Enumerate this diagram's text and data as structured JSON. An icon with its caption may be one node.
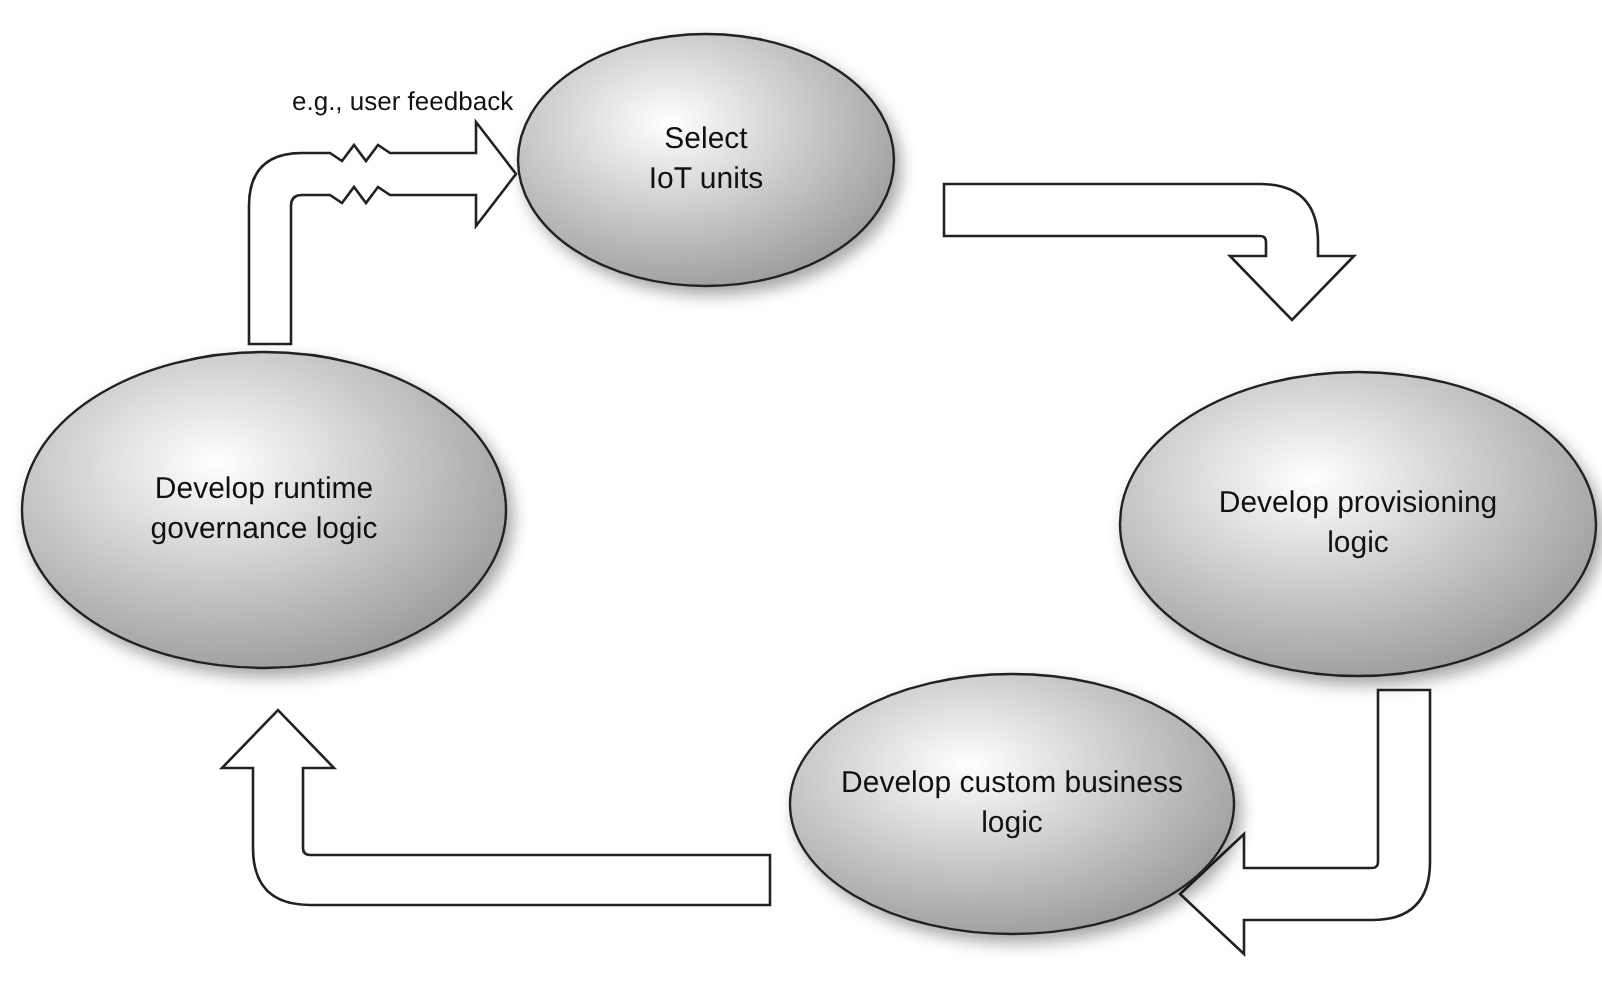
{
  "diagram": {
    "nodes": [
      {
        "text": [
          "Select IoT units"
        ]
      },
      {
        "text": [
          "Develop provisioning logic"
        ]
      },
      {
        "text": [
          "Develop custom business logic"
        ]
      },
      {
        "text": [
          "Develop runtime governance logic"
        ]
      }
    ],
    "edges": [
      {
        "from": 0,
        "to": 1,
        "arrow": "to"
      },
      {
        "from": 1,
        "to": 2,
        "arrow": "to"
      },
      {
        "from": 2,
        "to": 3,
        "arrow": "to"
      },
      {
        "from": 3,
        "to": 0,
        "arrow": "to",
        "label": "e.g., user feedback"
      }
    ]
  }
}
